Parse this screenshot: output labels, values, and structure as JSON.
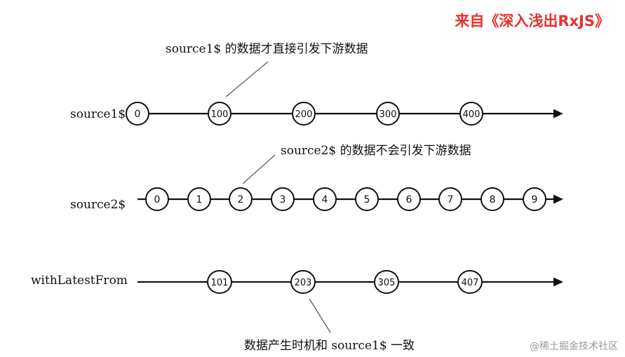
{
  "header": {
    "credit": "来自《深入浅出RxJS》",
    "credit_color": "#e8312b"
  },
  "watermark": "@稀土掘金技术社区",
  "colors": {
    "line": "#111111",
    "marble_fill": "#ffffff",
    "pointer": "#555555",
    "text": "#111111"
  },
  "streams": [
    {
      "label": "source1$",
      "marbles": [
        "0",
        "100",
        "200",
        "300",
        "400"
      ]
    },
    {
      "label": "source2$",
      "marbles": [
        "0",
        "1",
        "2",
        "3",
        "4",
        "5",
        "6",
        "7",
        "8",
        "9"
      ]
    },
    {
      "label": "withLatestFrom",
      "marbles": [
        "101",
        "203",
        "305",
        "407"
      ]
    }
  ],
  "annotations": {
    "source1": "source1$ 的数据才直接引发下游数据",
    "source2": "source2$ 的数据不会引发下游数据",
    "output": "数据产生时机和 source1$ 一致"
  }
}
